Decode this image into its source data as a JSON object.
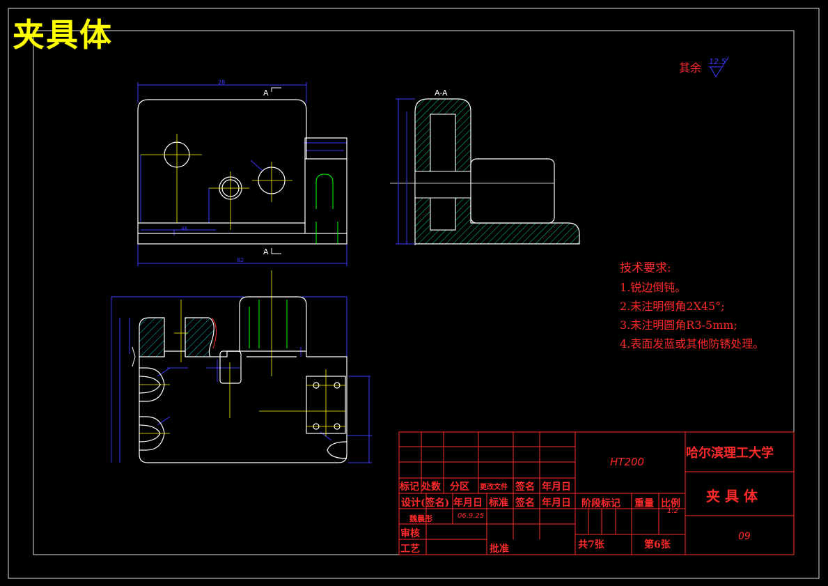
{
  "drawing": {
    "title": "夹具体",
    "roughness": {
      "label": "其余",
      "value": "12.5"
    },
    "section_label": "A-A",
    "cut_marks": [
      "A",
      "A"
    ],
    "dims": [
      "28",
      "82",
      "48"
    ],
    "tech_requirements": {
      "heading": "技术要求:",
      "items": [
        "1.锐边倒钝。",
        "2.未注明倒角2X45°;",
        "3.未注明圆角R3-5mm;",
        "4.表面发蓝或其他防锈处理。"
      ]
    }
  },
  "title_block": {
    "material": "HT200",
    "school": "哈尔滨理工大学",
    "part_name": "夹 具 体",
    "drawing_no": "09",
    "row_labels": {
      "biaoji": "标记",
      "chushu": "处数",
      "fenqu": "分区",
      "gengai": "更改文件",
      "qianming": "签名",
      "nianyueri": "年月日",
      "sheji": "设计(签名)",
      "nianyueri2": "年月日",
      "biaozhun": "标准",
      "qianming2": "签名",
      "nianyueri3": "年月日",
      "jieduan": "阶段标记",
      "zhongliang": "重量",
      "bili": "比例",
      "scale": "1:2",
      "designer": "魏晨彤",
      "date": "06.9.25",
      "shenhe": "审核",
      "gongyi": "工艺",
      "pizhun": "批准",
      "total_sheets": "共7张",
      "sheet_no": "第6张"
    }
  },
  "colors": {
    "background": "#000000",
    "outline": "#ffffff",
    "dimension": "#3a3aff",
    "hatch": "#00c8c8",
    "center": "#ffff00",
    "hidden": "#00ff00",
    "titleblock": "#ff2a2a",
    "title": "#ffff00"
  }
}
